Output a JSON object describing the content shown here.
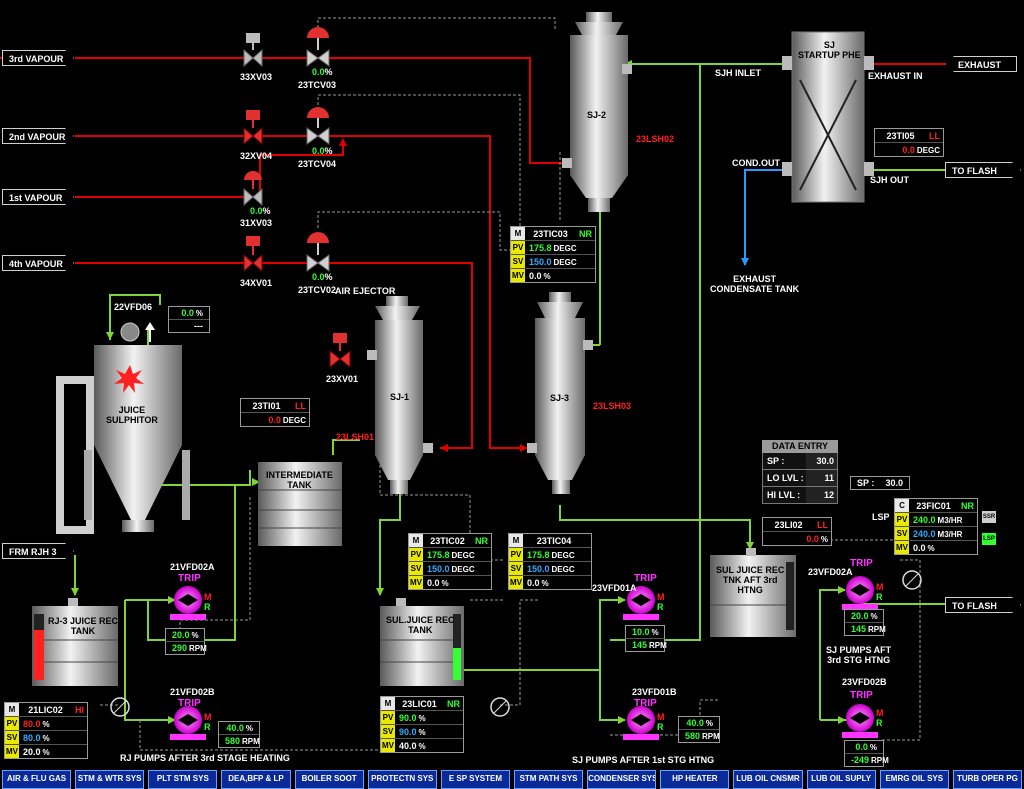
{
  "lines": {
    "vapour3": "3rd VAPOUR",
    "vapour2": "2nd VAPOUR",
    "vapour1": "1st VAPOUR",
    "vapour4": "4th VAPOUR",
    "exhaust": "EXHAUST",
    "to_flash_tank_1": "TO FLASH TANK",
    "to_flash_tank_2": "TO FLASH TANK",
    "frm_rjh3": "FRM RJH 3"
  },
  "valves": {
    "v33xv03": "33XV03",
    "v32xv04": "32XV04",
    "v31xv03": "31XV03",
    "v34xv01": "34XV01",
    "v23xv01": "23XV01",
    "cv03": {
      "tag": "23TCV03",
      "value": "0.0"
    },
    "cv04": {
      "tag": "23TCV04",
      "value": "0.0"
    },
    "cv31": {
      "value": "0.0"
    },
    "cv02": {
      "tag": "23TCV02",
      "value": "0.0"
    },
    "pct_unit": "%"
  },
  "equipment": {
    "sj2": "SJ-2",
    "sj1": "SJ-1",
    "sj3": "SJ-3",
    "air_ejector": "AIR EJECTOR",
    "sjh_inlet": "SJH INLET",
    "sj_startup_phe": "SJ\nSTARTUP PHE",
    "exhaust_in": "EXHAUST IN",
    "cond_out": "COND.OUT",
    "sjh_out": "SJH OUT",
    "exhaust_condensate": "EXHAUST\nCONDENSATE TANK",
    "juice_sulphitor": "JUICE\nSULPHITOR",
    "vfd06": "22VFD06",
    "intermediate_tank": "INTERMEDIATE\nTANK",
    "sul_juice_rec_tank": "SUL.JUICE REC\nTANK",
    "rj3_juice_rec_tank": "RJ-3 JUICE REC\nTANK",
    "sul_juice_rec_tnk_aft": "SUL JUICE REC\nTNK AFT 3rd\nHTNG",
    "sj_pumps_aft": "SJ PUMPS AFT\n3rd STG HTNG",
    "lsp": "LSP",
    "rj_pumps_caption": "RJ PUMPS AFTER 3rd STAGE HEATING",
    "sj_pumps_caption": "SJ PUMPS AFTER 1st STG HTNG"
  },
  "level_switches": {
    "sh02": "23LSH02",
    "sh01": "23LSH01",
    "sh03": "23LSH03"
  },
  "faceplates": {
    "tic03": {
      "mode": "M",
      "tag": "23TIC03",
      "status": "NR",
      "pv": "175.8",
      "sv": "150.0",
      "mv": "0.0",
      "unit": "DEGC",
      "mv_unit": "%"
    },
    "tic02": {
      "mode": "M",
      "tag": "23TIC02",
      "status": "NR",
      "pv": "175.8",
      "sv": "150.0",
      "mv": "0.0",
      "unit": "DEGC",
      "mv_unit": "%"
    },
    "tic04": {
      "mode": "M",
      "tag": "23TIC04",
      "status": "",
      "pv": "175.8",
      "sv": "150.0",
      "mv": "0.0",
      "unit": "DEGC",
      "mv_unit": "%"
    },
    "lic01": {
      "mode": "M",
      "tag": "23LIC01",
      "status": "NR",
      "pv": "90.0",
      "sv": "90.0",
      "mv": "40.0",
      "unit": "%",
      "mv_unit": "%"
    },
    "lic02": {
      "mode": "M",
      "tag": "21LIC02",
      "status": "HI",
      "pv": "80.0",
      "sv": "80.0",
      "mv": "20.0",
      "unit": "%",
      "mv_unit": "%"
    },
    "fic01": {
      "mode": "C",
      "tag": "23FIC01",
      "status": "NR",
      "pv": "240.0",
      "sv": "240.0",
      "mv": "0.0",
      "unit": "M3/HR",
      "mv_unit": "%"
    }
  },
  "indicators": {
    "ti05": {
      "tag": "23TI05",
      "status": "LL",
      "value": "0.0",
      "unit": "DEGC"
    },
    "ti01": {
      "tag": "23TI01",
      "status": "LL",
      "value": "0.0",
      "unit": "DEGC"
    },
    "li02": {
      "tag": "23LI02",
      "status": "LL",
      "value": "0.0",
      "unit": "%"
    },
    "vfd06_box": {
      "value": "0.0",
      "unit": "%",
      "line2": "---"
    },
    "sp_box": {
      "label": "SP :",
      "value": "30.0"
    }
  },
  "data_entry": {
    "title": "DATA ENTRY",
    "rows": [
      {
        "label": "SP :",
        "value": "30.0"
      },
      {
        "label": "LO LVL :",
        "value": "11"
      },
      {
        "label": "HI LVL :",
        "value": "12"
      }
    ]
  },
  "pumps": {
    "p21a": {
      "tag": "21VFD02A",
      "trip": "TRIP",
      "pct": "20.0",
      "rpm": "290",
      "m": "M",
      "r": "R"
    },
    "p21b": {
      "tag": "21VFD02B",
      "trip": "TRIP",
      "pct": "40.0",
      "rpm": "580",
      "m": "M",
      "r": "R"
    },
    "p23d1a": {
      "tag": "23VFD01A",
      "trip": "TRIP",
      "pct": "10.0",
      "rpm": "145",
      "m": "M",
      "r": "R"
    },
    "p23d1b": {
      "tag": "23VFD01B",
      "trip": "TRIP",
      "pct": "40.0",
      "rpm": "580",
      "m": "M",
      "r": "R"
    },
    "p23d2a": {
      "tag": "23VFD02A",
      "trip": "TRIP",
      "pct": "20.0",
      "rpm": "145",
      "m": "M",
      "r": "R"
    },
    "p23d2b": {
      "tag": "23VFD02B",
      "trip": "TRIP",
      "pct": "0.0",
      "rpm": "-249",
      "m": "M",
      "r": "R"
    },
    "pct_unit": "%",
    "rpm_unit": "RPM"
  },
  "status_squares": {
    "ssr": "SSR",
    "lsp": "LSP"
  },
  "navbar": [
    "AIR & FLU GAS",
    "STM & WTR SYS",
    "PLT STM SYS",
    "DEA,BFP & LP",
    "BOILER SOOT",
    "PROTECTN SYS",
    "E SP SYSTEM",
    "STM PATH SYS",
    "CONDENSER SYS",
    "HP HEATER",
    "LUB OIL CNSMR",
    "LUB OIL SUPLY",
    "EMRG OIL SYS",
    "TURB OPER PG"
  ],
  "colors": {
    "pipe_red": "#e00000",
    "pipe_green": "#7fd43a",
    "pipe_blue": "#2a9aff",
    "pipe_dashed": "#9a9a9a",
    "pump_magenta": "#ff33ff",
    "nav_blue": "#0a2a9a"
  }
}
